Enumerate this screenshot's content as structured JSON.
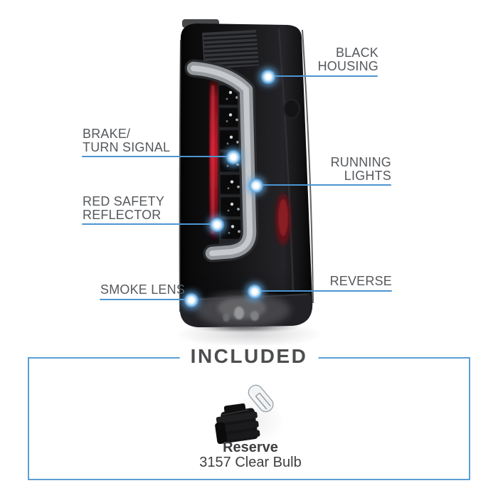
{
  "product_diagram": {
    "callouts": [
      {
        "id": "black-housing",
        "label": "BLACK\nHOUSING"
      },
      {
        "id": "brake-turn-signal",
        "label": "BRAKE/\nTURN SIGNAL"
      },
      {
        "id": "running-lights",
        "label": "RUNNING\nLIGHTS"
      },
      {
        "id": "red-safety-reflector",
        "label": "RED SAFETY\nREFLECTOR"
      },
      {
        "id": "smoke-lens",
        "label": "SMOKE LENS"
      },
      {
        "id": "reverse",
        "label": "REVERSE"
      }
    ]
  },
  "included_section": {
    "title": "INCLUDED",
    "bulb_name": "Reserve",
    "bulb_desc": "3157 Clear Bulb"
  },
  "icons": {
    "tail_light": "tail-light-illustration",
    "bulb": "bulb-3157-illustration"
  },
  "colors": {
    "callout_line": "#4d95d1",
    "callout_dot": "#66abdf",
    "label_text": "#55585c",
    "box_border": "#5c9fd6",
    "title_text": "#4b4d4f",
    "reflector_red": "#c01527"
  }
}
